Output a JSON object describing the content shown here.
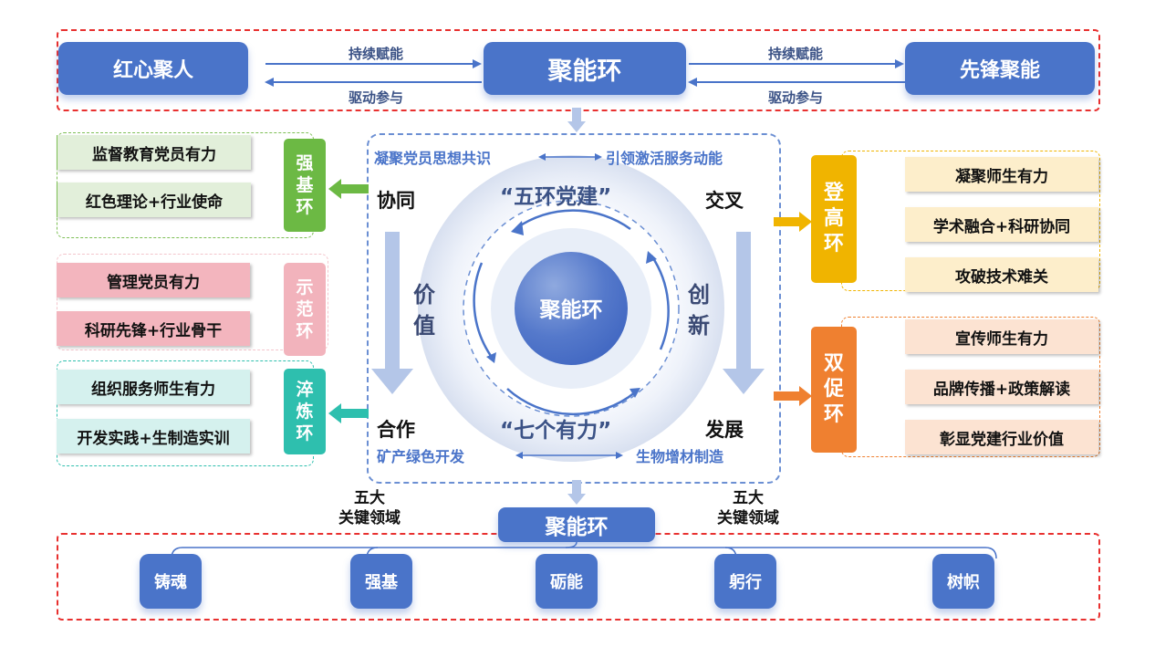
{
  "top_row": {
    "left_box": "红心聚人",
    "center_box": "聚能环",
    "right_box": "先锋聚能",
    "left_arrows": {
      "forward": "持续赋能",
      "backward": "驱动参与"
    },
    "right_arrows": {
      "forward": "持续赋能",
      "backward": "驱动参与"
    }
  },
  "left_rings": [
    {
      "label": "强基环",
      "chars": [
        "强",
        "基",
        "环"
      ],
      "color": "#6cb944",
      "bg": "#e2efda",
      "border": "#7dbf55",
      "items": [
        "监督教育党员有力",
        "红色理论+行业使命"
      ]
    },
    {
      "label": "示范环",
      "chars": [
        "示",
        "范",
        "环"
      ],
      "color": "#f2b3bc",
      "bg": "#f3b5be",
      "border": "#f4c5cc",
      "items": [
        "管理党员有力",
        "科研先锋+行业骨干"
      ]
    },
    {
      "label": "淬炼环",
      "chars": [
        "淬",
        "炼",
        "环"
      ],
      "color": "#2ebfae",
      "bg": "#d5f1ee",
      "border": "#2ebfae",
      "items": [
        "组织服务师生有力",
        "开发实践+生制造实训"
      ]
    }
  ],
  "right_rings": [
    {
      "label": "登高环",
      "chars": [
        "登",
        "高",
        "环"
      ],
      "color": "#f0b400",
      "bg": "#fdeecb",
      "border": "#f0b400",
      "items": [
        "凝聚师生有力",
        "学术融合+科研协同",
        "攻破技术难关"
      ]
    },
    {
      "label": "双促环",
      "chars": [
        "双",
        "促",
        "环"
      ],
      "color": "#ef8030",
      "bg": "#fce3d2",
      "border": "#ef8030",
      "items": [
        "宣传师生有力",
        "品牌传播+政策解读",
        "彰显党建行业价值"
      ]
    }
  ],
  "center": {
    "top_left_text": "凝聚党员思想共识",
    "top_right_text": "引领激活服务动能",
    "bottom_left_text": "矿产绿色开发",
    "bottom_right_text": "生物增材制造",
    "corner_tl": "协同",
    "corner_tr": "交叉",
    "corner_bl": "合作",
    "corner_br": "发展",
    "side_left": [
      "价",
      "值"
    ],
    "side_right": [
      "创",
      "新"
    ],
    "quote_top": "“五环党建”",
    "quote_bottom": "“七个有力”",
    "core": "聚能环"
  },
  "bottom": {
    "left_caption": [
      "五大",
      "关键领域"
    ],
    "right_caption": [
      "五大",
      "关键领域"
    ],
    "hub": "聚能环",
    "nodes": [
      "铸魂",
      "强基",
      "砺能",
      "躬行",
      "树帜"
    ]
  },
  "colors": {
    "primary": "#4a74c9",
    "dashed_red": "#e8302f",
    "arrow_light": "#b4c6e8"
  }
}
